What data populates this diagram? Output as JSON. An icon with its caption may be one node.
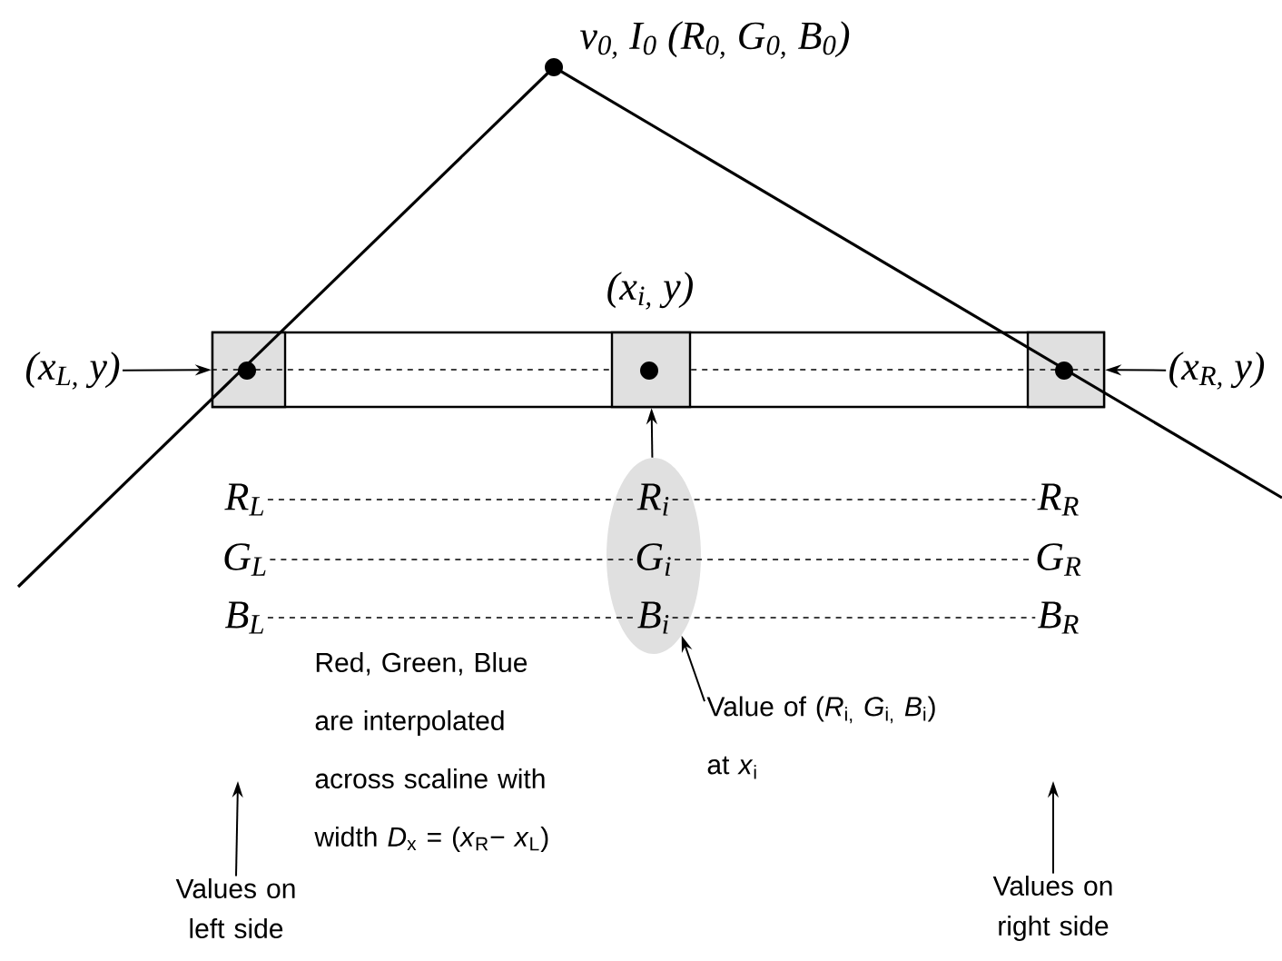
{
  "diagram": {
    "nodes": [
      {
        "text": [
          "v$_{0,}$ I$_{0}$ (R$_{0,}$ G$_{0,}$ B$_{0}$)"
        ]
      },
      {
        "text": [],
        "shape": "bar"
      },
      {
        "text": [],
        "shape": "box",
        "in": 1
      },
      {
        "text": [],
        "shape": "box",
        "in": 1,
        "beside": [
          "(x$_{i,}$ y)"
        ]
      },
      {
        "text": [],
        "shape": "box",
        "in": 1
      },
      {
        "text": [
          "(x$_{L,}$ y)"
        ]
      },
      {
        "text": [
          "(x$_{R,}$ y)"
        ]
      },
      {
        "text": [
          "R$_{L}$"
        ]
      },
      {
        "text": [],
        "shape": "ellipse"
      },
      {
        "text": [
          "R$_{i}$"
        ],
        "in": 8
      },
      {
        "text": [
          "R$_{R}$"
        ]
      },
      {
        "text": [
          "G$_{L}$"
        ]
      },
      {
        "text": [
          "G$_{i}$"
        ],
        "in": 8
      },
      {
        "text": [
          "G$_{R}$"
        ]
      },
      {
        "text": [
          "B$_{L}$"
        ]
      },
      {
        "text": [
          "B$_{i}$"
        ],
        "in": 8
      },
      {
        "text": [
          "B$_{R}$"
        ]
      },
      {
        "text": [
          "Value of (*R*$_{i,}$ *G*$_{i,}$ *B*$_{i}$) at *x*$_{i}$"
        ]
      },
      {
        "text": [
          "Values on left side"
        ]
      },
      {
        "text": [
          "Values on right side"
        ]
      }
    ],
    "edges": [
      {
        "from": 2,
        "to": 3,
        "arrow": "none",
        "style": "dashed"
      },
      {
        "from": 3,
        "to": 4,
        "arrow": "none",
        "style": "dashed"
      },
      {
        "from": 5,
        "to": 2,
        "arrow": "to"
      },
      {
        "from": 6,
        "to": 4,
        "arrow": "to"
      },
      {
        "from": 8,
        "to": 3,
        "arrow": "to"
      },
      {
        "from": 17,
        "to": 8,
        "arrow": "to"
      },
      {
        "from": 18,
        "to": null,
        "arrow": "to"
      },
      {
        "from": 19,
        "to": null,
        "arrow": "to"
      },
      {
        "from": 7,
        "to": 9,
        "arrow": "none",
        "style": "dashed"
      },
      {
        "from": 9,
        "to": 10,
        "arrow": "none",
        "style": "dashed"
      },
      {
        "from": 11,
        "to": 12,
        "arrow": "none",
        "style": "dashed"
      },
      {
        "from": 12,
        "to": 13,
        "arrow": "none",
        "style": "dashed"
      },
      {
        "from": 14,
        "to": 15,
        "arrow": "none",
        "style": "dashed"
      },
      {
        "from": 15,
        "to": 16,
        "arrow": "none",
        "style": "dashed"
      }
    ],
    "labels": [
      "Red, Green, Blue are interpolated across scaline with width *D*$_{x}$ = (*x*$_{R}$− *x*$_{L}$)"
    ]
  }
}
